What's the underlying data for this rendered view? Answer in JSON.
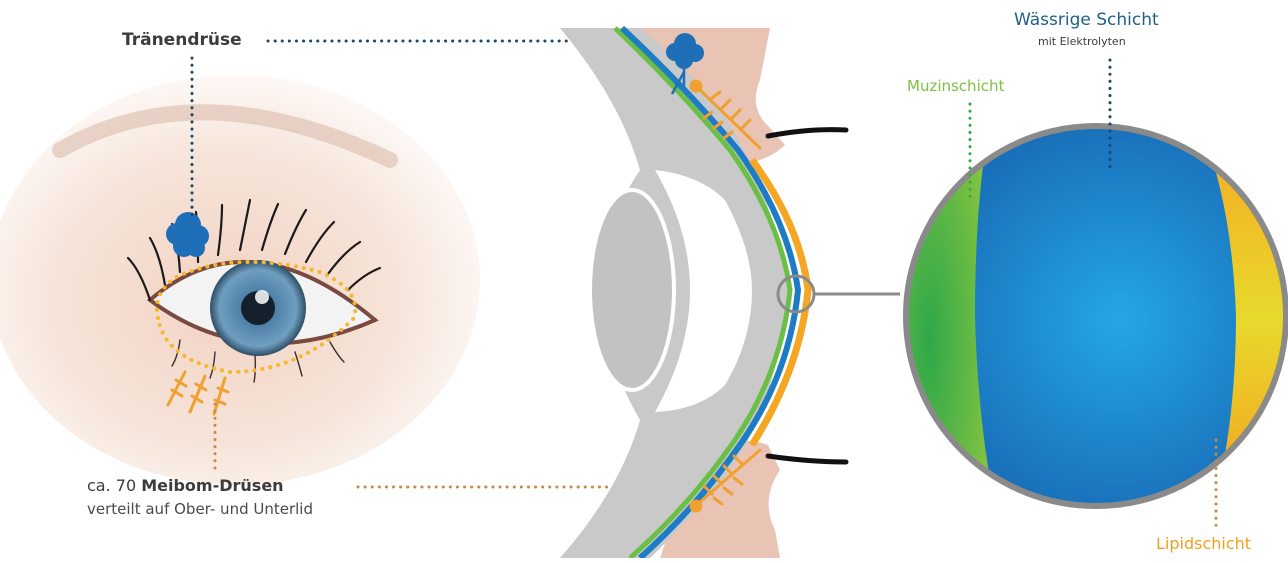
{
  "labels": {
    "traenendruese": "Tränendrüse",
    "meibom_prefix": "ca. 70 ",
    "meibom_bold": "Meibom-Drüsen",
    "meibom_sub": "verteilt auf Ober- und Unterlid",
    "waessrige_schicht": "Wässrige Schicht",
    "waessrige_sub": "mit Elektrolyten",
    "muzinschicht": "Muzinschicht",
    "lipidschicht": "Lipidschicht"
  },
  "colors": {
    "muzin": "#6abf45",
    "waessrig": "#1e7cc4",
    "lipid": "#f5a623",
    "tear_gland": "#1f6fb8",
    "meibom": "#f0a030",
    "tissue": "#c9c9c9",
    "lid": "#e9c4b4",
    "pointer_blue": "#1a4a70",
    "pointer_orange": "#c8894a",
    "pointer_green": "#3aa845"
  }
}
